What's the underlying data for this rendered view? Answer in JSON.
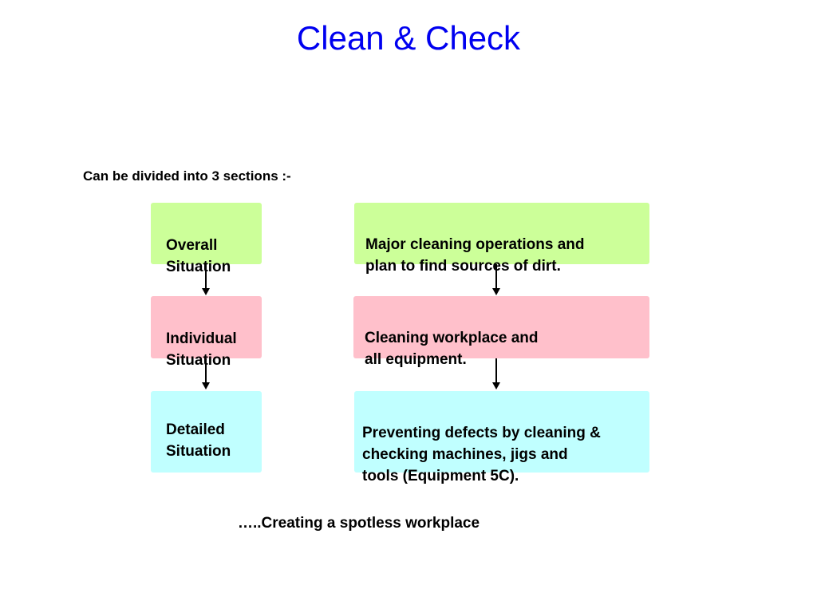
{
  "slide": {
    "title": "Clean & Check",
    "intro": "Can be divided into 3 sections :-",
    "tagline": "…..Creating a spotless workplace"
  },
  "levels": [
    {
      "label": "Overall\nSituation",
      "description": "Major cleaning operations and\nplan to find sources of dirt.",
      "color": "#ccff99"
    },
    {
      "label": "Individual\nSituation",
      "description": "Cleaning workplace and\nall equipment.",
      "color": "#ffc0cb"
    },
    {
      "label": "Detailed\nSituation",
      "description": "Preventing defects by cleaning &\nchecking machines, jigs and\ntools (Equipment 5C).",
      "color": "#c0ffff"
    }
  ],
  "colors": {
    "title": "#0000f0",
    "text": "#000000",
    "arrow": "#000000"
  }
}
